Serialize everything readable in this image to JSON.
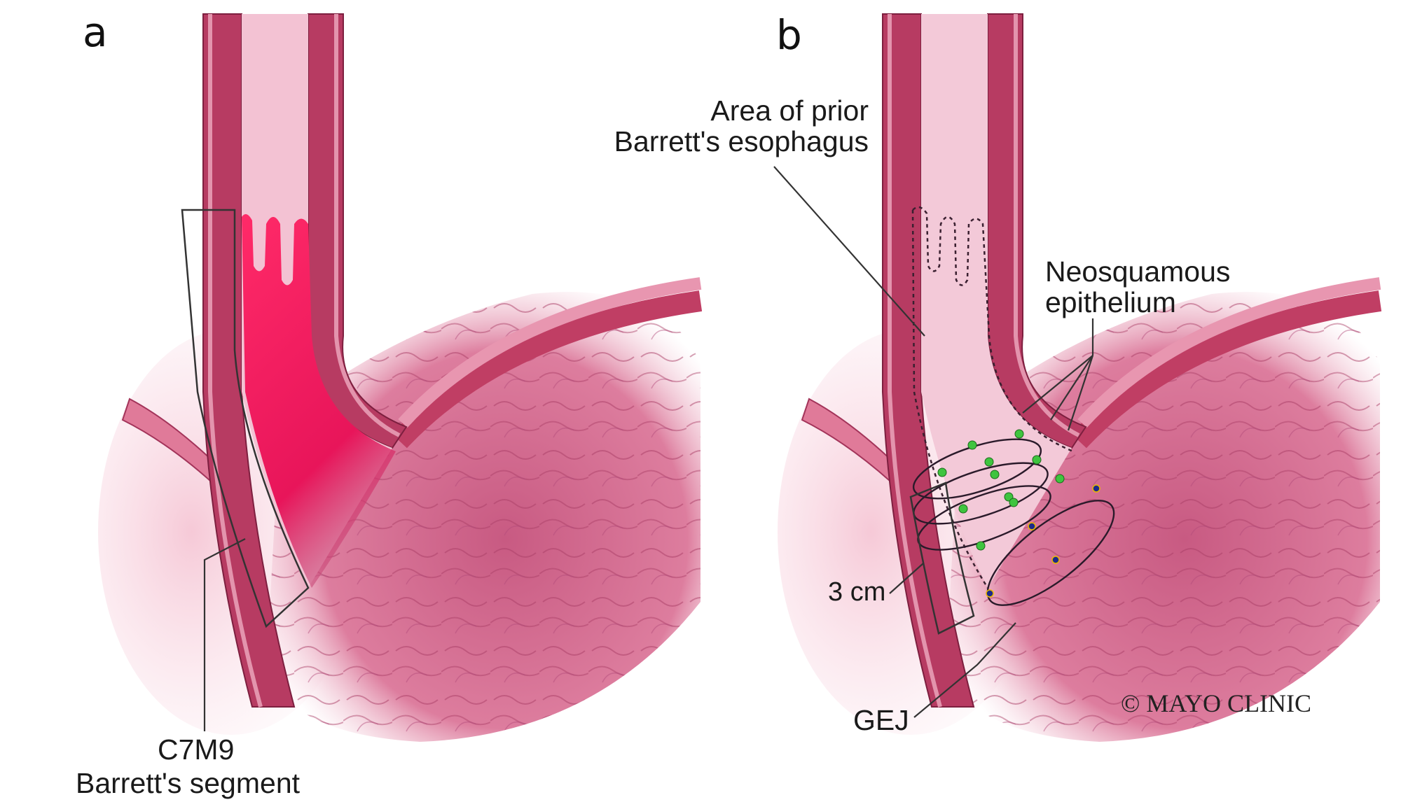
{
  "panels": {
    "a": {
      "letter": "a",
      "label_line1": "C7M9",
      "label_line2": "Barrett's segment"
    },
    "b": {
      "letter": "b",
      "prior_line1": "Area of prior",
      "prior_line2": "Barrett's esophagus",
      "neo_line1": "Neosquamous",
      "neo_line2": "epithelium",
      "length_label": "3 cm",
      "gej_label": "GEJ"
    }
  },
  "credit": "© MAYO CLINIC",
  "colors": {
    "wall": "#b8335a",
    "wall_light": "#e79ab1",
    "lumen": "#f3c7d6",
    "stomach": "#d86f92",
    "barrett": "#f0195a",
    "ablation_green": "#3fc43f",
    "ablation_blue": "#1c2a8a"
  }
}
